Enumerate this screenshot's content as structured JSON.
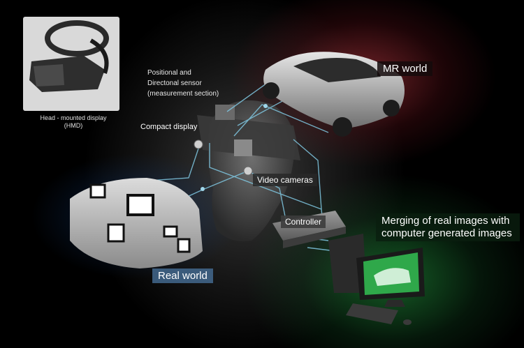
{
  "labels": {
    "hmd_caption_line1": "Head - mounted display",
    "hmd_caption_line2": "(HMD)",
    "sensor_line1": "Positional and",
    "sensor_line2": "Directonal sensor",
    "sensor_line3": "(measurement section)",
    "compact_display": "Compact display",
    "video_cameras": "Video cameras",
    "controller": "Controller",
    "mr_world": "MR world",
    "merging": "Merging of real images with computer generated images",
    "real_world": "Real world"
  },
  "icons": [
    "hmd-photo",
    "car-model",
    "real-object-with-markers",
    "head-silhouette",
    "controller-box",
    "computer-monitor",
    "keyboard",
    "mouse"
  ],
  "colors": {
    "mr_glow": "#c83c46",
    "merge_glow": "#28aa46",
    "real_glow": "#4696e6",
    "connector": "#7fc6e0"
  }
}
